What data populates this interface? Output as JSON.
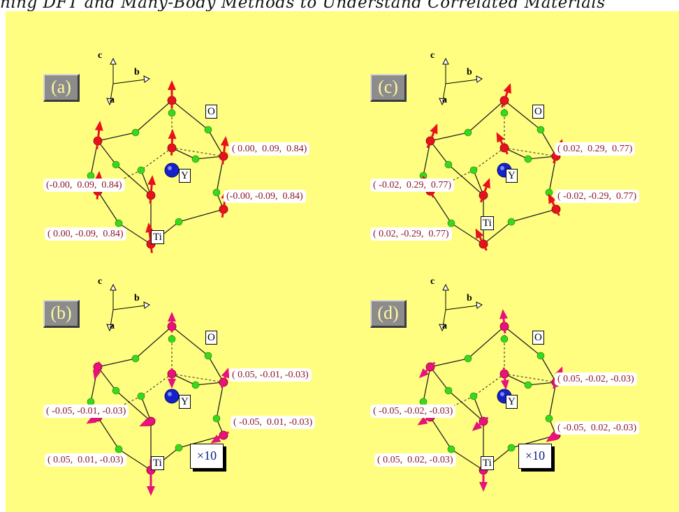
{
  "header": {
    "text": "ning DFT and Many-Body Methods to Understand Correlated Materials"
  },
  "axes": {
    "c": "c",
    "b": "b",
    "a": "a"
  },
  "atoms": {
    "oxygen": "O",
    "yttrium": "Y",
    "titanium": "Ti"
  },
  "colors": {
    "background": "#fffe80",
    "top_moment": "#e8121c",
    "bottom_moment": "#e8127a",
    "oxygen": "#39d81b",
    "yttrium": "#1522c8"
  },
  "panels": [
    {
      "label": "(a)",
      "coords": {
        "upper_right": "( 0.00,  0.09,  0.84)",
        "left": "(-0.00,  0.09,  0.84)",
        "lower_right": "(-0.00, -0.09,  0.84)",
        "bottom": "( 0.00, -0.09,  0.84)"
      }
    },
    {
      "label": "(c)",
      "coords": {
        "upper_right": "( 0.02,  0.29,  0.77)",
        "left": "( -0.02,  0.29,  0.77)",
        "lower_right": "( -0.02, -0.29,  0.77)",
        "bottom": "( 0.02, -0.29,  0.77)"
      }
    },
    {
      "label": "(b)",
      "scale": "×10",
      "coords": {
        "upper_right": "( 0.05, -0.01, -0.03)",
        "left": "( -0.05, -0.01, -0.03)",
        "lower_right": "( -0.05,  0.01, -0.03)",
        "bottom": "( 0.05,  0.01, -0.03)"
      }
    },
    {
      "label": "(d)",
      "scale": "×10",
      "coords": {
        "upper_right": "( 0.05, -0.02, -0.03)",
        "left": "( -0.05, -0.02, -0.03)",
        "lower_right": "( -0.05,  0.02, -0.03)",
        "bottom": "( 0.05,  0.02, -0.03)"
      }
    }
  ]
}
